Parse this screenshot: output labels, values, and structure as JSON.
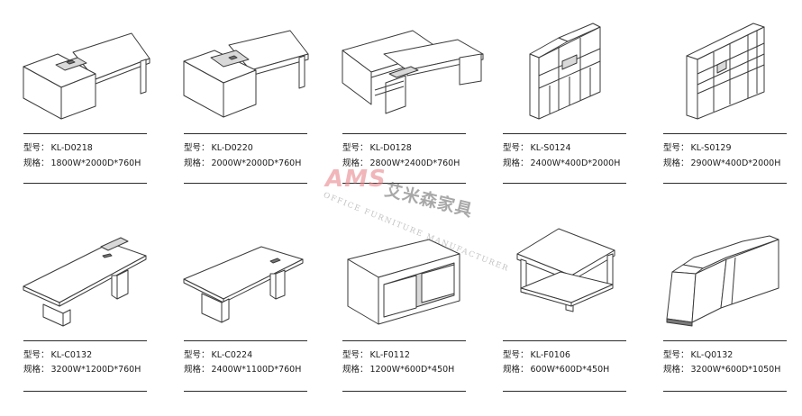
{
  "labels": {
    "model": "型号：",
    "spec": "规格："
  },
  "products": [
    {
      "model": "KL-D0218",
      "spec": "1800W*2000D*760H",
      "icon": "l-shaped-executive-desk-icon"
    },
    {
      "model": "KL-D0220",
      "spec": "2000W*2000D*760H",
      "icon": "l-shaped-executive-desk-icon"
    },
    {
      "model": "KL-D0128",
      "spec": "2800W*2400D*760H",
      "icon": "l-shaped-reception-desk-icon"
    },
    {
      "model": "KL-S0124",
      "spec": "2400W*400D*2000H",
      "icon": "bookcase-cabinet-icon"
    },
    {
      "model": "KL-S0129",
      "spec": "2900W*400D*2000H",
      "icon": "bookcase-cabinet-icon"
    },
    {
      "model": "KL-C0132",
      "spec": "3200W*1200D*760H",
      "icon": "conference-table-icon"
    },
    {
      "model": "KL-C0224",
      "spec": "2400W*1100D*760H",
      "icon": "conference-table-icon"
    },
    {
      "model": "KL-F0112",
      "spec": "1200W*600D*450H",
      "icon": "rectangular-coffee-table-icon"
    },
    {
      "model": "KL-F0106",
      "spec": "600W*600D*450H",
      "icon": "square-coffee-table-icon"
    },
    {
      "model": "KL-Q0132",
      "spec": "3200W*600D*1050H",
      "icon": "reception-counter-icon"
    }
  ],
  "watermark": {
    "logo": "AMS",
    "chinese": "艾米森家具",
    "english": "OFFICE FURNITURE MANUFACTURER"
  }
}
